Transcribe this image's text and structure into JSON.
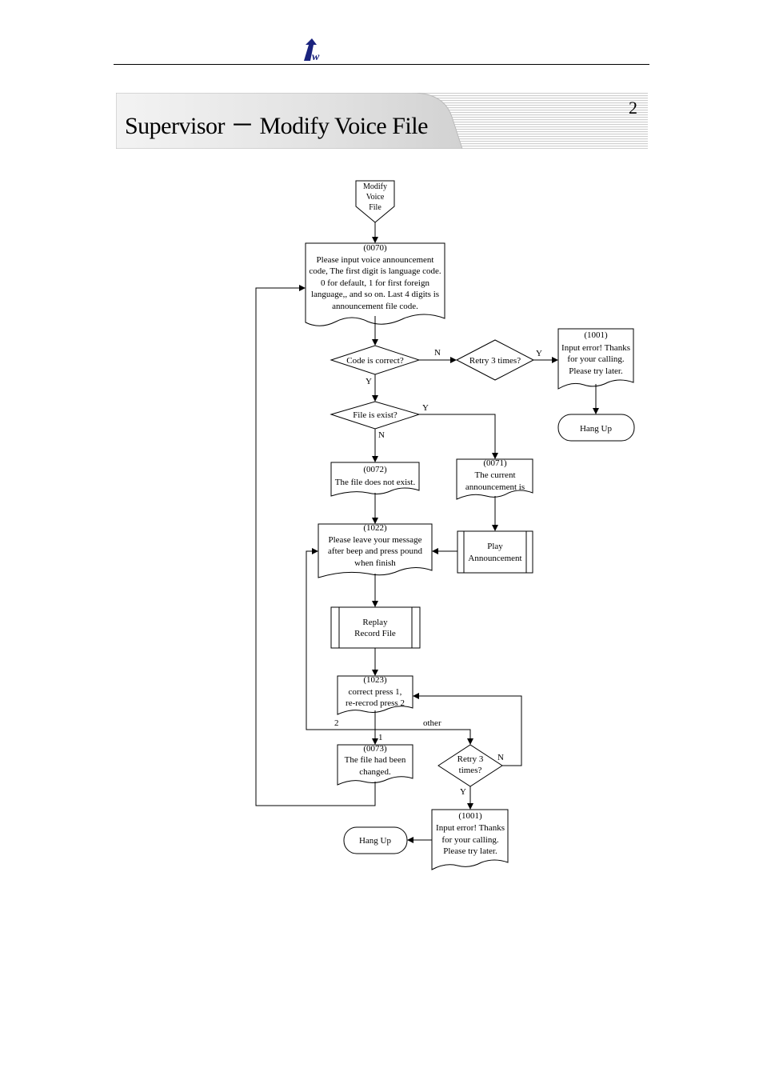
{
  "header": {
    "title": "Supervisor － Modify Voice File",
    "page_number": "2",
    "logo_text": "tw"
  },
  "flowchart": {
    "start": [
      "Modify",
      "Voice",
      "File"
    ],
    "prompt_0070": [
      "(0070)",
      "Please input voice announcement",
      "code, The first digit is language code.",
      "0 for default, 1 for first foreign",
      "language,, and so on. Last 4 digits is",
      "announcement file code."
    ],
    "decision_code_correct": "Code is correct?",
    "decision_retry_1": "Retry 3 times?",
    "error_1001_a": [
      "(1001)",
      "Input error! Thanks",
      "for your calling.",
      "Please try later."
    ],
    "hangup_a": "Hang Up",
    "decision_file_exist": "File is exist?",
    "prompt_0072": [
      "(0072)",
      "The file does not exist."
    ],
    "prompt_0071": [
      "(0071)",
      "The current",
      "announcement is"
    ],
    "play_announcement": [
      "Play",
      "Announcement"
    ],
    "prompt_1022": [
      "(1022)",
      "Please leave your message",
      "after beep and press pound",
      "when finish"
    ],
    "replay_record": [
      "Replay",
      "Record File"
    ],
    "prompt_1023": [
      "(1023)",
      "correct press 1,",
      "re-recrod press 2"
    ],
    "prompt_0073": [
      "(0073)",
      "The file had been",
      "changed."
    ],
    "decision_retry_2": [
      "Retry 3",
      "times?"
    ],
    "error_1001_b": [
      "(1001)",
      "Input error! Thanks",
      "for your calling.",
      "Please try later."
    ],
    "hangup_b": "Hang Up",
    "labels": {
      "n1": "N",
      "y1": "Y",
      "y_code": "Y",
      "y_exist": "Y",
      "n_exist": "N",
      "opt2": "2",
      "opt1": "1",
      "other": "other",
      "n_retry2": "N",
      "y_retry2": "Y"
    }
  }
}
